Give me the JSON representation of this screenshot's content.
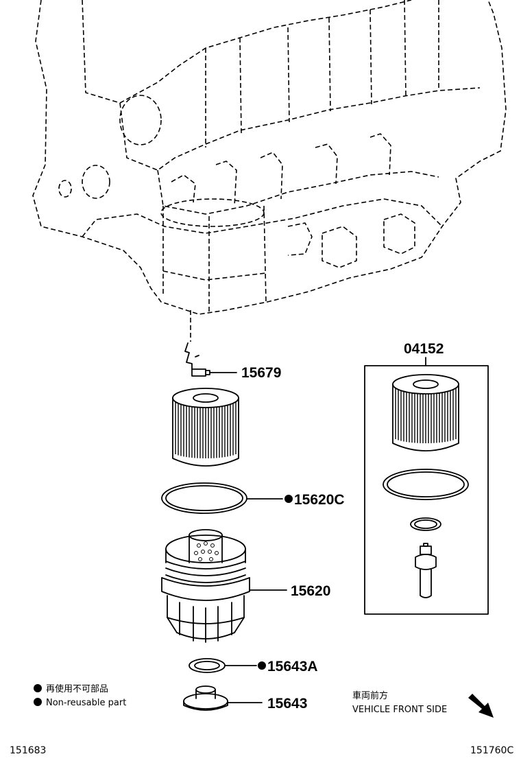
{
  "parts": [
    {
      "id": "15679",
      "label": "15679",
      "non_reusable": false
    },
    {
      "id": "15620C",
      "label": "15620C",
      "non_reusable": true
    },
    {
      "id": "15620",
      "label": "15620",
      "non_reusable": false
    },
    {
      "id": "15643A",
      "label": "15643A",
      "non_reusable": true
    },
    {
      "id": "15643",
      "label": "15643",
      "non_reusable": false
    }
  ],
  "kit": {
    "label": "04152"
  },
  "legend": {
    "marker": "●",
    "japanese": "再使用不可部品",
    "english": "Non-reusable part"
  },
  "direction": {
    "japanese": "車両前方",
    "english": "VEHICLE FRONT SIDE"
  },
  "refs": {
    "left": "151683",
    "right": "151760C"
  }
}
